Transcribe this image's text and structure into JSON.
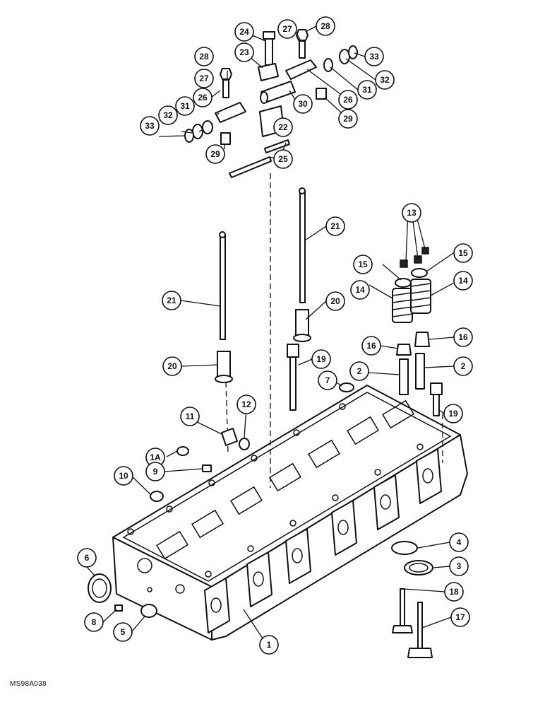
{
  "drawing_code": "MS98A038",
  "callouts": {
    "c1": "1",
    "c1a": "1A",
    "c2a": "2",
    "c2b": "2",
    "c3": "3",
    "c4": "4",
    "c5": "5",
    "c6": "6",
    "c7": "7",
    "c8": "8",
    "c9": "9",
    "c10": "10",
    "c11": "11",
    "c12": "12",
    "c13": "13",
    "c14a": "14",
    "c14b": "14",
    "c15a": "15",
    "c15b": "15",
    "c16a": "16",
    "c16b": "16",
    "c17": "17",
    "c18": "18",
    "c19a": "19",
    "c19b": "19",
    "c20a": "20",
    "c20b": "20",
    "c21a": "21",
    "c21b": "21",
    "c22": "22",
    "c23": "23",
    "c24": "24",
    "c25": "25",
    "c26a": "26",
    "c26b": "26",
    "c27a": "27",
    "c27b": "27",
    "c28a": "28",
    "c28b": "28",
    "c29a": "29",
    "c29b": "29",
    "c30": "30",
    "c31a": "31",
    "c31b": "31",
    "c32a": "32",
    "c32b": "32",
    "c33a": "33",
    "c33b": "33"
  }
}
